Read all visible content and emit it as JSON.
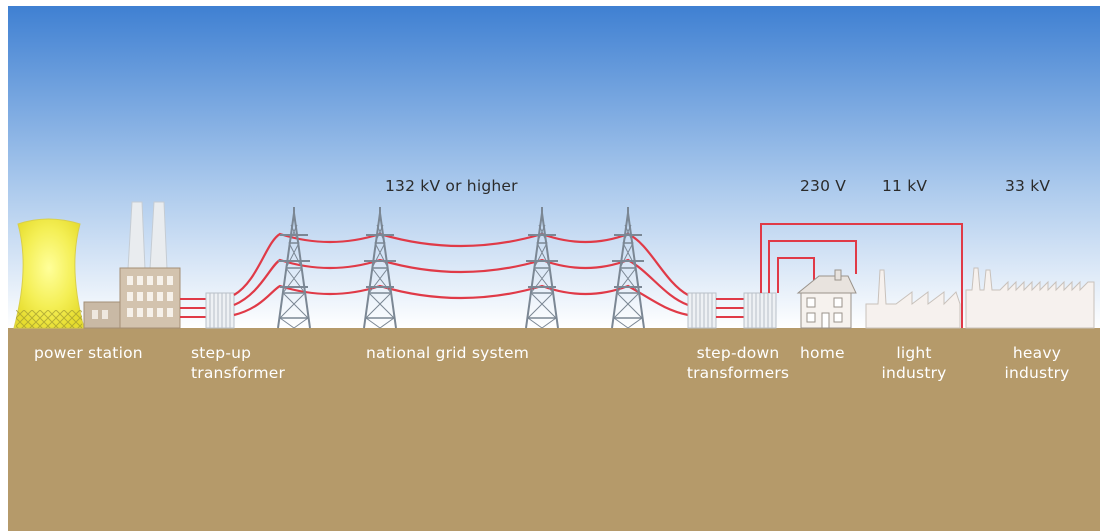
{
  "diagram": {
    "labels": {
      "power_station": "power station",
      "step_up_line1": "step-up",
      "step_up_line2": "transformer",
      "national_grid": "national grid system",
      "step_down_line1": "step-down",
      "step_down_line2": "transformers",
      "home": "home",
      "light_industry_line1": "light",
      "light_industry_line2": "industry",
      "heavy_industry_line1": "heavy",
      "heavy_industry_line2": "industry"
    },
    "voltages": {
      "grid": "132 kV or higher",
      "home": "230 V",
      "light_industry": "11 kV",
      "heavy_industry": "33 kV"
    },
    "colors": {
      "sky_top": "#3f80d2",
      "sky_bottom": "#ffffff",
      "ground": "#b59a6a",
      "cable": "#e03a47",
      "cooling_tower": "#f2ee5a",
      "pylon": "#7b8794",
      "building": "#f6f1ee"
    },
    "icons": [
      "cooling-tower-icon",
      "factory-icon",
      "transformer-icon",
      "pylon-icon",
      "house-icon",
      "light-industry-icon",
      "heavy-industry-icon"
    ]
  }
}
